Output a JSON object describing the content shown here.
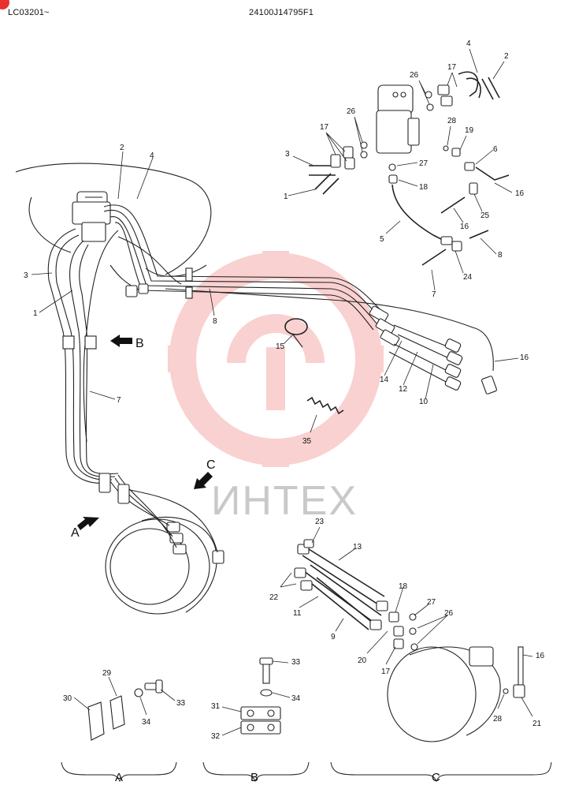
{
  "header": {
    "model_range": "LC03201~",
    "drawing_number": "24100J14795F1"
  },
  "watermark": {
    "text": "ИНТЕХ",
    "color": "#e8312f"
  },
  "views": {
    "a": "A",
    "b": "B",
    "c": "C"
  },
  "sections": {
    "a": "A",
    "b": "B",
    "c": "C"
  },
  "callouts": {
    "top_4": "4",
    "top_2": "2",
    "top_17": "17",
    "top_26": "26",
    "mid_26": "26",
    "mid_17": "17",
    "top_3": "3",
    "top_1": "1",
    "top_28": "28",
    "top_19": "19",
    "top_6": "6",
    "top_27": "27",
    "top_18": "18",
    "top_16a": "16",
    "top_25": "25",
    "top_16b": "16",
    "top_5": "5",
    "top_8": "8",
    "top_24": "24",
    "top_7": "7",
    "main_2": "2",
    "main_4": "4",
    "main_3": "3",
    "main_1": "1",
    "main_8": "8",
    "main_15": "15",
    "main_7": "7",
    "main_14": "14",
    "main_12": "12",
    "main_10": "10",
    "main_16": "16",
    "main_35": "35",
    "c_23": "23",
    "c_13": "13",
    "c_22": "22",
    "c_11": "11",
    "c_9": "9",
    "c_18": "18",
    "c_27": "27",
    "c_26": "26",
    "c_20": "20",
    "c_17": "17",
    "c_16": "16",
    "c_28": "28",
    "c_21": "21",
    "a_29": "29",
    "a_30": "30",
    "a_33": "33",
    "a_34": "34",
    "b_33": "33",
    "b_34": "34",
    "b_31": "31",
    "b_32": "32"
  }
}
